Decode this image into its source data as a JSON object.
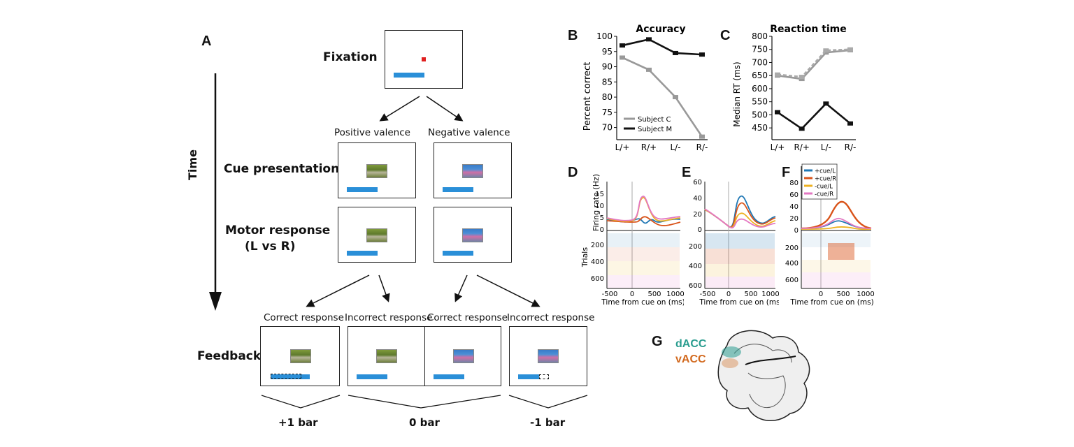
{
  "panelA": {
    "letter": "A",
    "time_label": "Time",
    "fixation_label": "Fixation",
    "positive_valence": "Positive valence",
    "negative_valence": "Negative valence",
    "cue_presentation": "Cue presentation",
    "motor_response_line1": "Motor response",
    "motor_response_line2": "(L vs R)",
    "feedback_label": "Feedback",
    "correct_response_1": "Correct response",
    "incorrect_response_1": "Incorrect response",
    "correct_response_2": "Correct response",
    "incorrect_response_2": "Incorrect response",
    "outcome_plus": "+1 bar",
    "outcome_zero": "0 bar",
    "outcome_minus": "-1 bar"
  },
  "chart_data": [
    {
      "panel": "B",
      "type": "line",
      "title": "Accuracy",
      "ylabel": "Percent correct",
      "categories": [
        "L/+",
        "R/+",
        "L/-",
        "R/-"
      ],
      "ylim": [
        66,
        100
      ],
      "yticks": [
        "70",
        "75",
        "80",
        "85",
        "90",
        "95",
        "100"
      ],
      "legend": "bottom-left",
      "series": [
        {
          "name": "Subject C",
          "color": "#999999",
          "values": [
            93,
            89,
            80,
            67
          ]
        },
        {
          "name": "Subject M",
          "color": "#111111",
          "values": [
            97,
            99,
            94.5,
            94
          ]
        }
      ]
    },
    {
      "panel": "C",
      "type": "line",
      "title": "Reaction time",
      "ylabel": "Median RT (ms)",
      "categories": [
        "L/+",
        "R/+",
        "L/-",
        "R/-"
      ],
      "ylim": [
        405,
        800
      ],
      "yticks": [
        "450",
        "500",
        "550",
        "600",
        "650",
        "700",
        "750",
        "800"
      ],
      "series": [
        {
          "color": "#999999",
          "values": [
            650,
            637,
            738,
            747
          ]
        },
        {
          "color": "#aaaaaa",
          "dashed": true,
          "values": [
            654,
            645,
            746,
            750
          ]
        },
        {
          "color": "#111111",
          "values": [
            510,
            447,
            543,
            467
          ]
        }
      ]
    },
    {
      "panel": "D",
      "type": "line",
      "ylabel_top": "Firing rate (Hz)",
      "ylabel_bottom": "Trials",
      "xlabel": "Time from cue on (ms)",
      "xticks": [
        "-500",
        "0",
        "500",
        "1000"
      ],
      "yticks_top": [
        "0",
        "5",
        "10",
        "15"
      ],
      "yticks_bottom": [
        "200",
        "400",
        "600"
      ]
    },
    {
      "panel": "E",
      "type": "line",
      "xlabel": "Time from cue on (ms)",
      "xticks": [
        "-500",
        "0",
        "500",
        "1000"
      ],
      "yticks_top": [
        "0",
        "20",
        "40",
        "60"
      ],
      "yticks_bottom": [
        "200",
        "400",
        "600"
      ]
    },
    {
      "panel": "F",
      "type": "line",
      "xlabel": "Time from cue on (ms)",
      "xticks": [
        "0",
        "500",
        "1000"
      ],
      "yticks_top": [
        "0",
        "20",
        "40",
        "60",
        "80"
      ],
      "yticks_bottom": [
        "200",
        "400",
        "600"
      ],
      "legend": "top-left",
      "series": [
        {
          "name": "+cue/L",
          "color": "#1f77b4"
        },
        {
          "name": "+cue/R",
          "color": "#d95319"
        },
        {
          "name": "-cue/L",
          "color": "#edb120"
        },
        {
          "name": "-cue/R",
          "color": "#e377c2"
        }
      ]
    }
  ],
  "panelG": {
    "letter": "G",
    "dacc": "dACC",
    "vacc": "vACC",
    "dacc_color": "#2a9d8f",
    "vacc_color": "#d2691e"
  }
}
